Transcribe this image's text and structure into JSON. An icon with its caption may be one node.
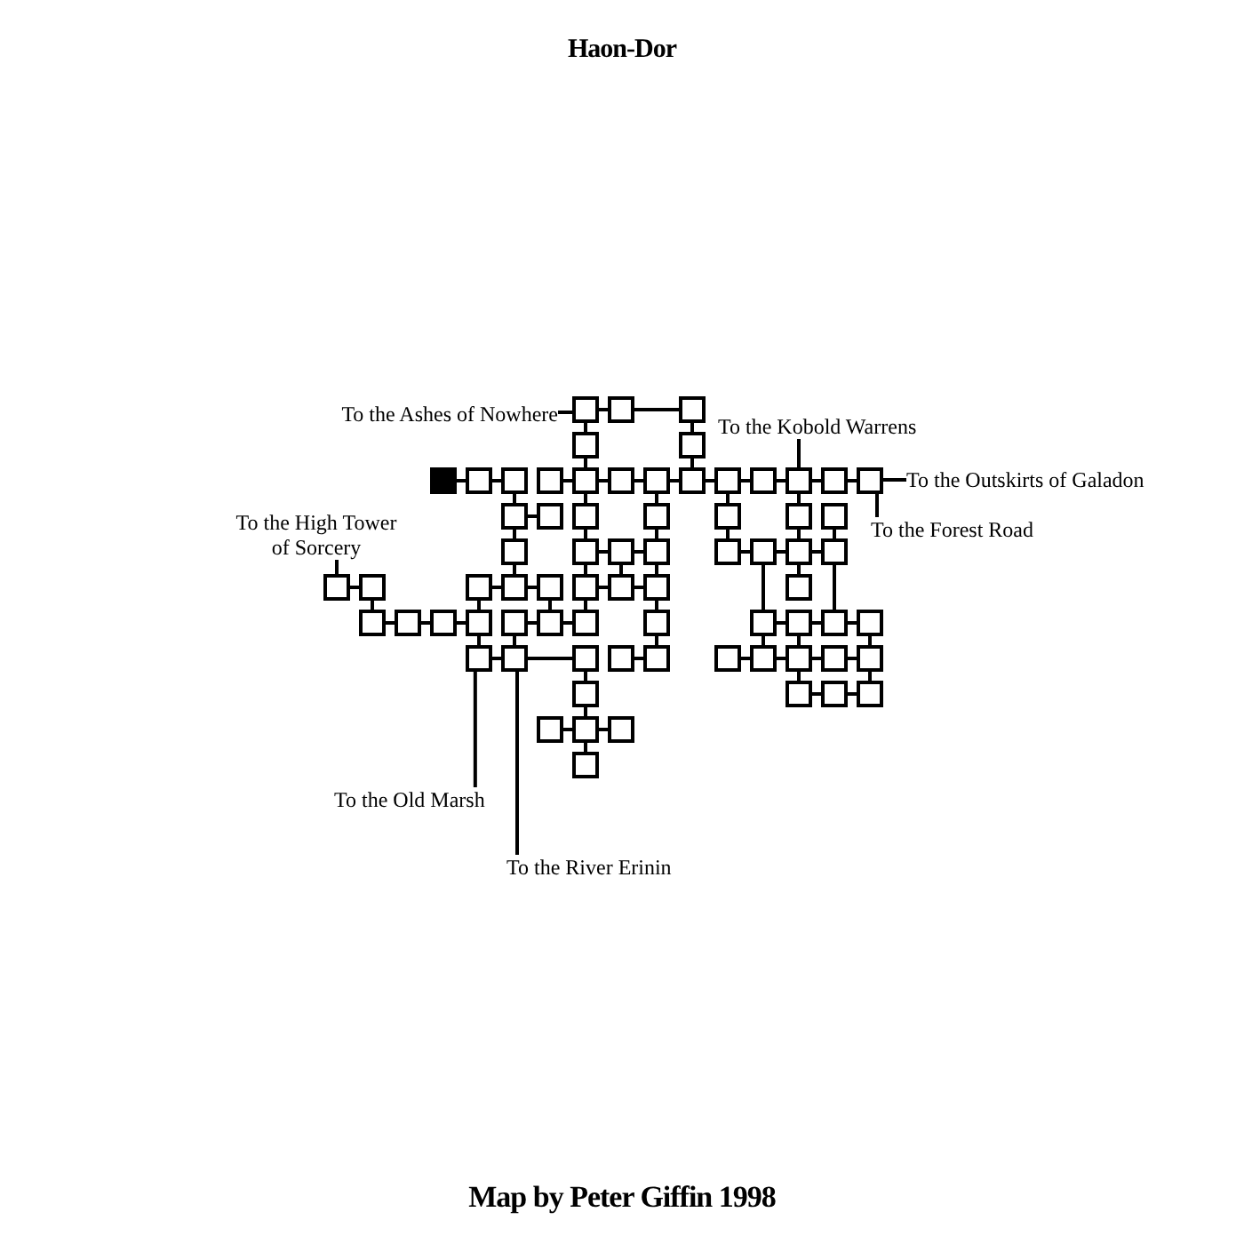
{
  "diagram": {
    "title": "Haon-Dor",
    "caption": "Map by Peter Giffin 1998",
    "nodes": [
      {
        "text": [],
        "shape": "box"
      },
      {
        "text": [],
        "shape": "box"
      },
      {
        "text": [],
        "shape": "box"
      },
      {
        "text": [],
        "shape": "box"
      },
      {
        "text": [],
        "shape": "box"
      },
      {
        "text": [],
        "shape": "block"
      },
      {
        "text": [],
        "shape": "box"
      },
      {
        "text": [],
        "shape": "box"
      },
      {
        "text": [],
        "shape": "box"
      },
      {
        "text": [],
        "shape": "box"
      },
      {
        "text": [],
        "shape": "box"
      },
      {
        "text": [],
        "shape": "box"
      },
      {
        "text": [],
        "shape": "box"
      },
      {
        "text": [],
        "shape": "box"
      },
      {
        "text": [],
        "shape": "box"
      },
      {
        "text": [],
        "shape": "box"
      },
      {
        "text": [],
        "shape": "box"
      },
      {
        "text": [],
        "shape": "box"
      },
      {
        "text": [],
        "shape": "box"
      },
      {
        "text": [],
        "shape": "box"
      },
      {
        "text": [],
        "shape": "box"
      },
      {
        "text": [],
        "shape": "box"
      },
      {
        "text": [],
        "shape": "box"
      },
      {
        "text": [],
        "shape": "box"
      },
      {
        "text": [],
        "shape": "box"
      },
      {
        "text": [],
        "shape": "box"
      },
      {
        "text": [],
        "shape": "box"
      },
      {
        "text": [],
        "shape": "box"
      },
      {
        "text": [],
        "shape": "box"
      },
      {
        "text": [],
        "shape": "box"
      },
      {
        "text": [],
        "shape": "box"
      },
      {
        "text": [],
        "shape": "box"
      },
      {
        "text": [],
        "shape": "box"
      },
      {
        "text": [],
        "shape": "box"
      },
      {
        "text": [],
        "shape": "box"
      },
      {
        "text": [],
        "shape": "box"
      },
      {
        "text": [],
        "shape": "box"
      },
      {
        "text": [],
        "shape": "box"
      },
      {
        "text": [],
        "shape": "box"
      },
      {
        "text": [],
        "shape": "box"
      },
      {
        "text": [],
        "shape": "box"
      },
      {
        "text": [],
        "shape": "box"
      },
      {
        "text": [],
        "shape": "box"
      },
      {
        "text": [],
        "shape": "box"
      },
      {
        "text": [],
        "shape": "box"
      },
      {
        "text": [],
        "shape": "box"
      },
      {
        "text": [],
        "shape": "box"
      },
      {
        "text": [],
        "shape": "box"
      },
      {
        "text": [],
        "shape": "box"
      },
      {
        "text": [],
        "shape": "box"
      },
      {
        "text": [],
        "shape": "box"
      },
      {
        "text": [],
        "shape": "box"
      },
      {
        "text": [],
        "shape": "box"
      },
      {
        "text": [],
        "shape": "box"
      },
      {
        "text": [],
        "shape": "box"
      },
      {
        "text": [],
        "shape": "box"
      },
      {
        "text": [],
        "shape": "box"
      },
      {
        "text": [],
        "shape": "box"
      },
      {
        "text": [],
        "shape": "box"
      },
      {
        "text": [],
        "shape": "box"
      },
      {
        "text": [],
        "shape": "box"
      },
      {
        "text": [],
        "shape": "box"
      },
      {
        "text": [],
        "shape": "box"
      },
      {
        "text": [],
        "shape": "box"
      },
      {
        "text": [],
        "shape": "box"
      },
      {
        "text": [],
        "shape": "box"
      },
      {
        "text": [],
        "shape": "box"
      },
      {
        "text": [],
        "shape": "box"
      },
      {
        "text": [],
        "shape": "box"
      },
      {
        "text": [],
        "shape": "box"
      },
      {
        "text": [],
        "shape": "box"
      },
      {
        "text": [],
        "shape": "box"
      },
      {
        "text": [
          "To the Ashes of Nowhere"
        ]
      },
      {
        "text": [
          "To the Kobold Warrens"
        ]
      },
      {
        "text": [
          "To the Outskirts of Galadon"
        ]
      },
      {
        "text": [
          "To the High Tower of Sorcery"
        ]
      },
      {
        "text": [
          "To the Forest Road"
        ]
      },
      {
        "text": [
          "To the Old Marsh"
        ]
      },
      {
        "text": [
          "To the River Erinin"
        ]
      }
    ],
    "edges": [
      {
        "from": 0,
        "to": 1,
        "arrow": "none"
      },
      {
        "from": 1,
        "to": 2,
        "arrow": "none"
      },
      {
        "from": 0,
        "to": 3,
        "arrow": "none"
      },
      {
        "from": 2,
        "to": 4,
        "arrow": "none"
      },
      {
        "from": 3,
        "to": 9,
        "arrow": "none"
      },
      {
        "from": 4,
        "to": 12,
        "arrow": "none"
      },
      {
        "from": 5,
        "to": 6,
        "arrow": "none"
      },
      {
        "from": 6,
        "to": 7,
        "arrow": "none"
      },
      {
        "from": 8,
        "to": 9,
        "arrow": "none"
      },
      {
        "from": 9,
        "to": 10,
        "arrow": "none"
      },
      {
        "from": 10,
        "to": 11,
        "arrow": "none"
      },
      {
        "from": 11,
        "to": 12,
        "arrow": "none"
      },
      {
        "from": 12,
        "to": 13,
        "arrow": "none"
      },
      {
        "from": 13,
        "to": 14,
        "arrow": "none"
      },
      {
        "from": 14,
        "to": 15,
        "arrow": "none"
      },
      {
        "from": 15,
        "to": 16,
        "arrow": "none"
      },
      {
        "from": 16,
        "to": 17,
        "arrow": "none"
      },
      {
        "from": 7,
        "to": 18,
        "arrow": "none"
      },
      {
        "from": 9,
        "to": 20,
        "arrow": "none"
      },
      {
        "from": 11,
        "to": 21,
        "arrow": "none"
      },
      {
        "from": 13,
        "to": 22,
        "arrow": "none"
      },
      {
        "from": 15,
        "to": 23,
        "arrow": "none"
      },
      {
        "from": 18,
        "to": 19,
        "arrow": "none"
      },
      {
        "from": 18,
        "to": 25,
        "arrow": "none"
      },
      {
        "from": 20,
        "to": 26,
        "arrow": "none"
      },
      {
        "from": 21,
        "to": 28,
        "arrow": "none"
      },
      {
        "from": 22,
        "to": 29,
        "arrow": "none"
      },
      {
        "from": 23,
        "to": 31,
        "arrow": "none"
      },
      {
        "from": 24,
        "to": 32,
        "arrow": "none"
      },
      {
        "from": 26,
        "to": 27,
        "arrow": "none"
      },
      {
        "from": 27,
        "to": 28,
        "arrow": "none"
      },
      {
        "from": 29,
        "to": 30,
        "arrow": "none"
      },
      {
        "from": 30,
        "to": 31,
        "arrow": "none"
      },
      {
        "from": 31,
        "to": 32,
        "arrow": "none"
      },
      {
        "from": 25,
        "to": 36,
        "arrow": "none"
      },
      {
        "from": 26,
        "to": 38,
        "arrow": "none"
      },
      {
        "from": 27,
        "to": 39,
        "arrow": "none"
      },
      {
        "from": 28,
        "to": 40,
        "arrow": "none"
      },
      {
        "from": 31,
        "to": 41,
        "arrow": "none"
      },
      {
        "from": 30,
        "to": 50,
        "arrow": "none"
      },
      {
        "from": 32,
        "to": 52,
        "arrow": "none"
      },
      {
        "from": 33,
        "to": 34,
        "arrow": "none"
      },
      {
        "from": 35,
        "to": 36,
        "arrow": "none"
      },
      {
        "from": 36,
        "to": 37,
        "arrow": "none"
      },
      {
        "from": 38,
        "to": 39,
        "arrow": "none"
      },
      {
        "from": 39,
        "to": 40,
        "arrow": "none"
      },
      {
        "from": 34,
        "to": 42,
        "arrow": "none"
      },
      {
        "from": 35,
        "to": 45,
        "arrow": "none"
      },
      {
        "from": 37,
        "to": 47,
        "arrow": "none"
      },
      {
        "from": 38,
        "to": 48,
        "arrow": "none"
      },
      {
        "from": 40,
        "to": 49,
        "arrow": "none"
      },
      {
        "from": 42,
        "to": 43,
        "arrow": "none"
      },
      {
        "from": 43,
        "to": 44,
        "arrow": "none"
      },
      {
        "from": 44,
        "to": 45,
        "arrow": "none"
      },
      {
        "from": 46,
        "to": 47,
        "arrow": "none"
      },
      {
        "from": 47,
        "to": 48,
        "arrow": "none"
      },
      {
        "from": 50,
        "to": 51,
        "arrow": "none"
      },
      {
        "from": 51,
        "to": 52,
        "arrow": "none"
      },
      {
        "from": 52,
        "to": 53,
        "arrow": "none"
      },
      {
        "from": 45,
        "to": 54,
        "arrow": "none"
      },
      {
        "from": 46,
        "to": 55,
        "arrow": "none"
      },
      {
        "from": 49,
        "to": 58,
        "arrow": "none"
      },
      {
        "from": 50,
        "to": 60,
        "arrow": "none"
      },
      {
        "from": 51,
        "to": 61,
        "arrow": "none"
      },
      {
        "from": 53,
        "to": 63,
        "arrow": "none"
      },
      {
        "from": 54,
        "to": 55,
        "arrow": "none"
      },
      {
        "from": 55,
        "to": 56,
        "arrow": "none"
      },
      {
        "from": 57,
        "to": 58,
        "arrow": "none"
      },
      {
        "from": 59,
        "to": 60,
        "arrow": "none"
      },
      {
        "from": 60,
        "to": 61,
        "arrow": "none"
      },
      {
        "from": 61,
        "to": 62,
        "arrow": "none"
      },
      {
        "from": 62,
        "to": 63,
        "arrow": "none"
      },
      {
        "from": 56,
        "to": 64,
        "arrow": "none"
      },
      {
        "from": 61,
        "to": 65,
        "arrow": "none"
      },
      {
        "from": 63,
        "to": 67,
        "arrow": "none"
      },
      {
        "from": 65,
        "to": 66,
        "arrow": "none"
      },
      {
        "from": 66,
        "to": 67,
        "arrow": "none"
      },
      {
        "from": 64,
        "to": 69,
        "arrow": "none"
      },
      {
        "from": 68,
        "to": 69,
        "arrow": "none"
      },
      {
        "from": 69,
        "to": 70,
        "arrow": "none"
      },
      {
        "from": 69,
        "to": 71,
        "arrow": "none"
      },
      {
        "from": 72,
        "to": 0,
        "arrow": "none"
      },
      {
        "from": 73,
        "to": 15,
        "arrow": "none"
      },
      {
        "from": 74,
        "to": 17,
        "arrow": "none"
      },
      {
        "from": 75,
        "to": 33,
        "arrow": "none"
      },
      {
        "from": 76,
        "to": 17,
        "arrow": "none"
      },
      {
        "from": 77,
        "to": 54,
        "arrow": "none"
      },
      {
        "from": 78,
        "to": 55,
        "arrow": "none"
      }
    ]
  }
}
